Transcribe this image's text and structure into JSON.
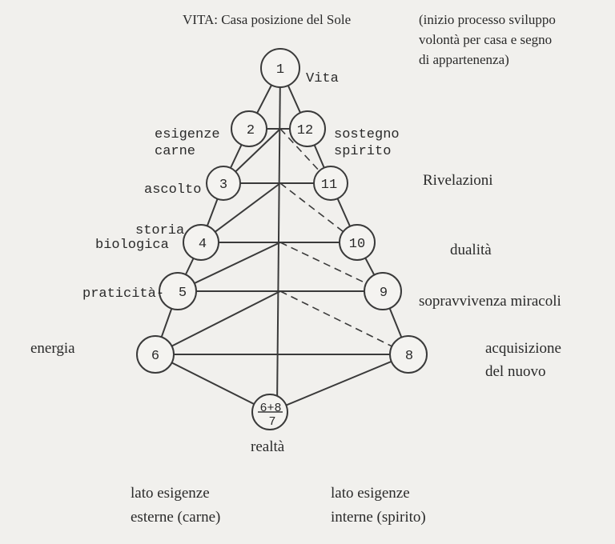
{
  "header": {
    "title": "VITA: Casa posizione del Sole",
    "note_lines": [
      "(inizio processo sviluppo",
      "volontà per casa e segno",
      "di appartenenza)"
    ]
  },
  "nodes": {
    "n1": "1",
    "n2": "2",
    "n12": "12",
    "n3": "3",
    "n11": "11",
    "n4": "4",
    "n10": "10",
    "n5": "5",
    "n9": "9",
    "n6": "6",
    "n8": "8",
    "n7_top": "6+8",
    "n7_bottom": "7"
  },
  "labels": {
    "vita": "Vita",
    "esigenze_carne": [
      "esigenze",
      "carne"
    ],
    "sostegno_spirito": [
      "sostegno",
      "spirito"
    ],
    "ascolto": "ascolto",
    "storia_biologica": [
      "storia",
      "biologica"
    ],
    "praticita": "praticità-",
    "energia": "energia",
    "rivelazioni": "Rivelazioni",
    "dualita": "dualità",
    "sopravvivenza": "sopravvivenza miracoli",
    "acquisizione": [
      "acquisizione",
      "del nuovo"
    ],
    "realta": "realtà"
  },
  "footer": {
    "left": [
      "lato esigenze",
      "esterne (carne)"
    ],
    "right": [
      "lato esigenze",
      "interne (spirito)"
    ]
  }
}
